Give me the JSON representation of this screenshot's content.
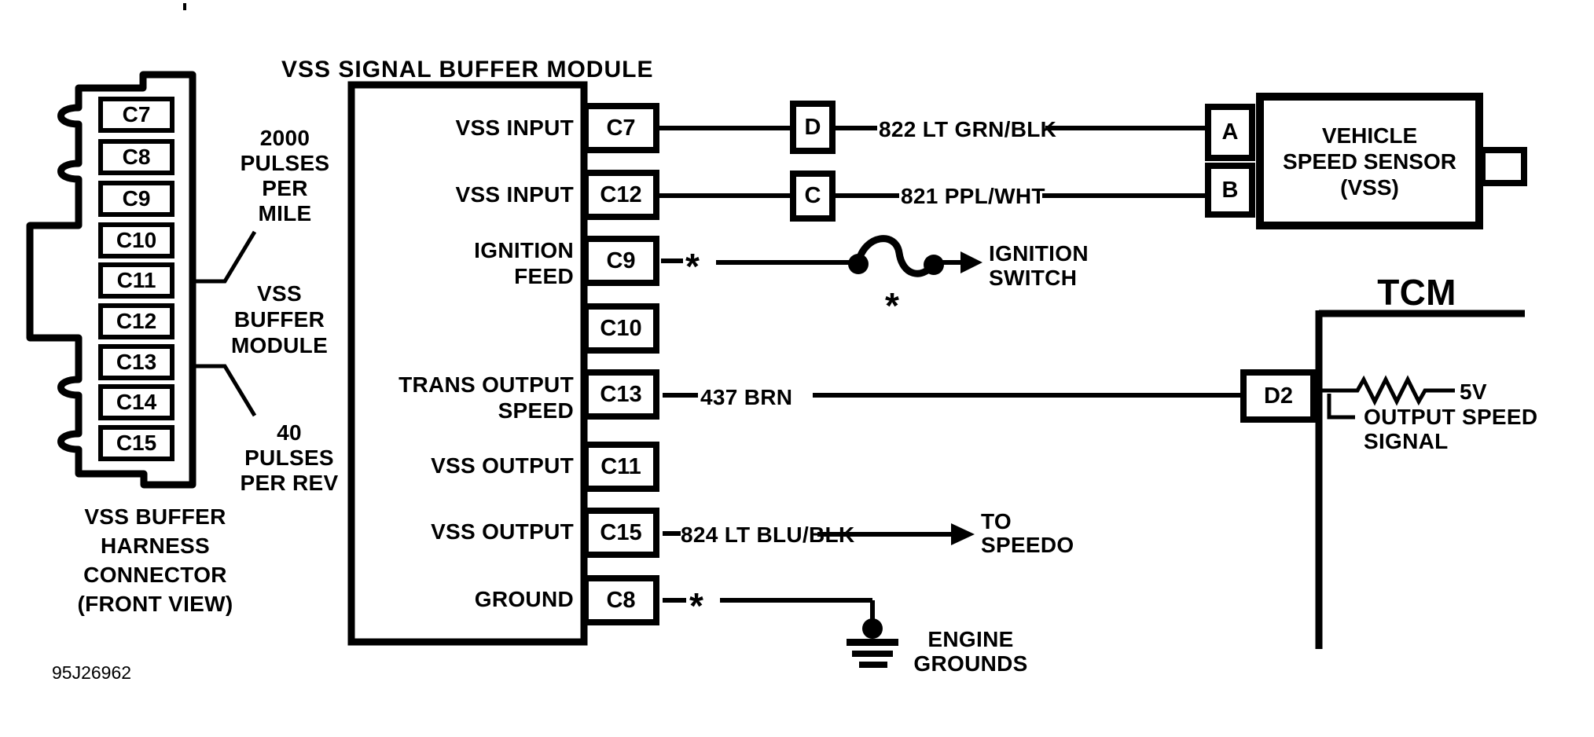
{
  "title": "VSS SIGNAL BUFFER MODULE",
  "doc_number": "95J26962",
  "connector": {
    "pins": [
      "C7",
      "C8",
      "C9",
      "C10",
      "C11",
      "C12",
      "C13",
      "C14",
      "C15"
    ],
    "caption": [
      "VSS BUFFER",
      "HARNESS",
      "CONNECTOR",
      "(FRONT VIEW)"
    ],
    "note_pulses_mile": [
      "2000",
      "PULSES",
      "PER",
      "MILE"
    ],
    "note_buffer_module": [
      "VSS",
      "BUFFER",
      "MODULE"
    ],
    "note_pulses_rev": [
      "40",
      "PULSES",
      "PER REV"
    ]
  },
  "module": {
    "rows": [
      {
        "pin": "C7",
        "line1": "VSS INPUT"
      },
      {
        "pin": "C12",
        "line1": "VSS INPUT"
      },
      {
        "pin": "C9",
        "line1": "IGNITION",
        "line2": "FEED"
      },
      {
        "pin": "C10"
      },
      {
        "pin": "C13",
        "line1": "TRANS OUTPUT",
        "line2": "SPEED"
      },
      {
        "pin": "C11",
        "line1": "VSS OUTPUT"
      },
      {
        "pin": "C15",
        "line1": "VSS OUTPUT"
      },
      {
        "pin": "C8",
        "line1": "GROUND"
      }
    ]
  },
  "wires": {
    "vss_input_1": {
      "inline_pin": "D",
      "label": "822 LT GRN/BLK"
    },
    "vss_input_2": {
      "inline_pin": "C",
      "label": "821 PPL/WHT"
    },
    "ignition_feed": {
      "asterisk": "*",
      "splice_asterisk": "*",
      "dest_line1": "IGNITION",
      "dest_line2": "SWITCH"
    },
    "trans_output_speed": {
      "label": "437 BRN"
    },
    "vss_output": {
      "label": "824 LT BLU/BLK",
      "dest_line1": "TO",
      "dest_line2": "SPEEDO"
    },
    "ground": {
      "asterisk": "*",
      "dest_line1": "ENGINE",
      "dest_line2": "GROUNDS"
    }
  },
  "sensor": {
    "line1": "VEHICLE",
    "line2": "SPEED SENSOR",
    "line3": "(VSS)",
    "pin_a": "A",
    "pin_b": "B"
  },
  "tcm": {
    "title": "TCM",
    "pin": "D2",
    "voltage": "5V",
    "signal_line1": "OUTPUT SPEED",
    "signal_line2": "SIGNAL"
  },
  "colors": {
    "ink": "#000000",
    "paper": "#ffffff"
  }
}
